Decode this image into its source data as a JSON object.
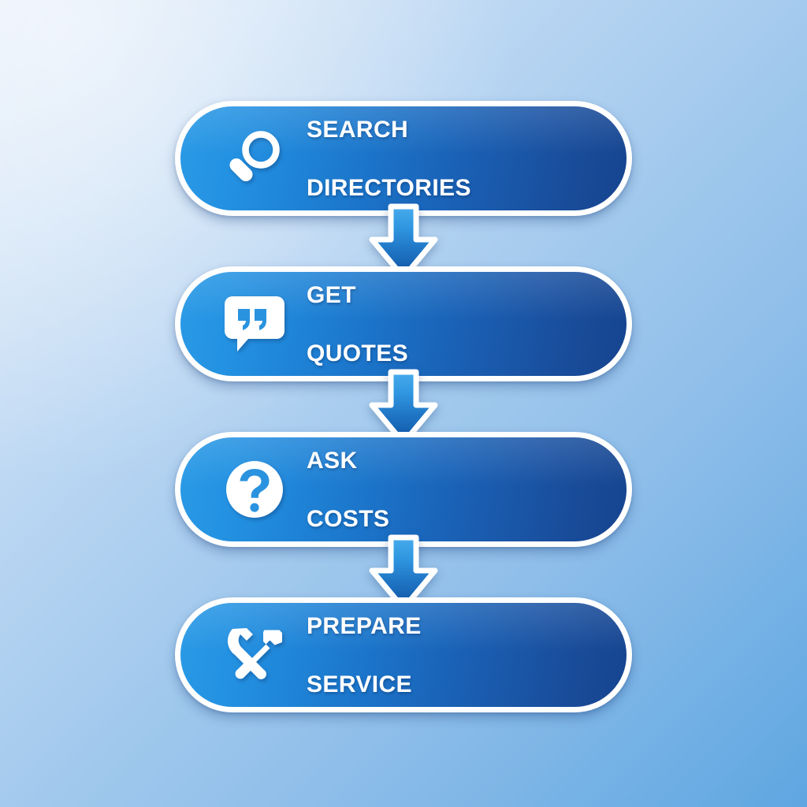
{
  "diagram": {
    "title": "Service Steps Flow",
    "type": "vertical-flowchart",
    "background": {
      "gradient_from": "#e2ecf9",
      "gradient_to": "#5fa6e1",
      "direction": "top-left to bottom-right"
    },
    "pill_style": {
      "fill_from": "#2a9ae6",
      "fill_to": "#16448f",
      "border_color": "#ffffff",
      "text_color": "#ffffff"
    },
    "arrow_style": {
      "fill_from": "#3ba5e8",
      "fill_to": "#1257a8",
      "outline_color": "#ffffff",
      "direction": "down"
    },
    "steps": [
      {
        "number": 1,
        "icon": "magnifier-icon",
        "line1": "SEARCH",
        "line2": "DIRECTORIES"
      },
      {
        "number": 2,
        "icon": "quote-bubble-icon",
        "line1": "GET",
        "line2": "QUOTES"
      },
      {
        "number": 3,
        "icon": "question-circle-icon",
        "line1": "ASK",
        "line2": "COSTS"
      },
      {
        "number": 4,
        "icon": "tools-icon",
        "line1": "PREPARE",
        "line2": "SERVICE"
      }
    ],
    "connectors": [
      {
        "from": 1,
        "to": 2,
        "glyph": "arrow-down-icon"
      },
      {
        "from": 2,
        "to": 3,
        "glyph": "arrow-down-icon"
      },
      {
        "from": 3,
        "to": 4,
        "glyph": "arrow-down-icon"
      }
    ]
  }
}
